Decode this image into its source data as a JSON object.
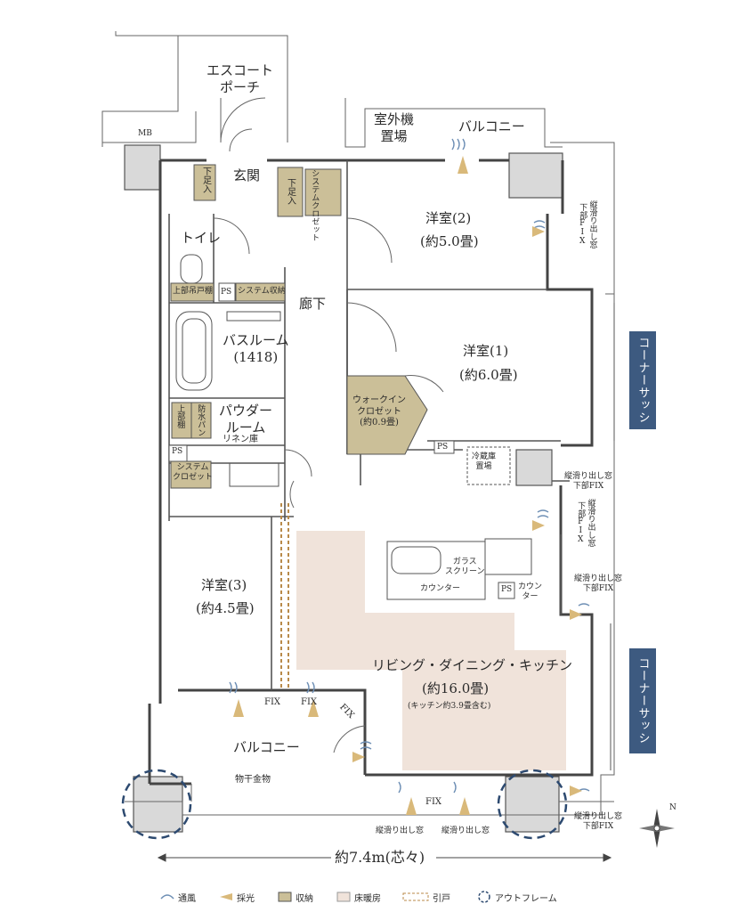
{
  "rooms": {
    "escort_porch": "エスコート\nポーチ",
    "mb": "MB",
    "outdoor_unit": "室外機\n置場",
    "balcony_top": "バルコニー",
    "genkan": "玄関",
    "shoe_storage_1": "下足入",
    "shoe_storage_2": "下足入",
    "system_closet_top": "システムクロゼット",
    "toilet": "トイレ",
    "upper_cabinet": "上部吊戸棚",
    "ps_1": "PS",
    "system_storage": "システム収納",
    "hallway": "廊下",
    "western_2": "洋室(2)",
    "western_2_size": "(約5.0畳)",
    "western_1": "洋室(1)",
    "western_1_size": "(約6.0畳)",
    "bathroom": "バスルーム\n(1418)",
    "walkin": "ウォークイン\nクロゼット\n(約0.9畳)",
    "powder": "パウダー\nルーム",
    "upper_shelf": "上部棚",
    "waterproof_pan": "防水パン",
    "linen": "リネン庫",
    "ps_2": "PS",
    "ps_3": "PS",
    "system_closet_bottom": "システム\nクロゼット",
    "fridge": "冷蔵庫\n置場",
    "glass_screen": "ガラス\nスクリーン",
    "counter": "カウンター",
    "ps_4": "PS",
    "counter_2": "カウン\nター",
    "western_3": "洋室(3)",
    "western_3_size": "(約4.5畳)",
    "ldk": "リビング・ダイニング・キッチン",
    "ldk_size": "(約16.0畳)",
    "ldk_note": "(キッチン約3.9畳含む)",
    "balcony_bottom": "バルコニー",
    "drying_rack": "物干金物",
    "fix_1": "FIX",
    "fix_2": "FIX",
    "fix_3": "FIX",
    "fix_4": "FIX"
  },
  "windows": {
    "w1": "縦滑り出し窓\n下部FIX",
    "w2": "縦滑り出し窓\n下部FIX",
    "w3": "縦滑り出し窓\n下部FIX",
    "w4": "縦滑り出し窓\n下部FIX",
    "w5": "縦滑り出し窓\n下部FIX",
    "w6": "縦滑り出し窓",
    "w7": "縦滑り出し窓"
  },
  "badges": {
    "corner_sash_1": "コーナーサッシ",
    "corner_sash_2": "コーナーサッシ"
  },
  "dimension": "約7.4m(芯々)",
  "compass": "N",
  "legend": {
    "ventilation": "通風",
    "daylight": "採光",
    "storage": "収納",
    "floor_heating": "床暖房",
    "sliding_door": "引戸",
    "outframe": "アウトフレーム"
  },
  "colors": {
    "wall": "#555555",
    "wall_fill": "#d9d9d9",
    "storage": "#cbbf98",
    "floor_heating": "#f0e3da",
    "accent_blue": "#3d5a80",
    "light": "#d9b97a",
    "wind": "#6e8fb5"
  }
}
